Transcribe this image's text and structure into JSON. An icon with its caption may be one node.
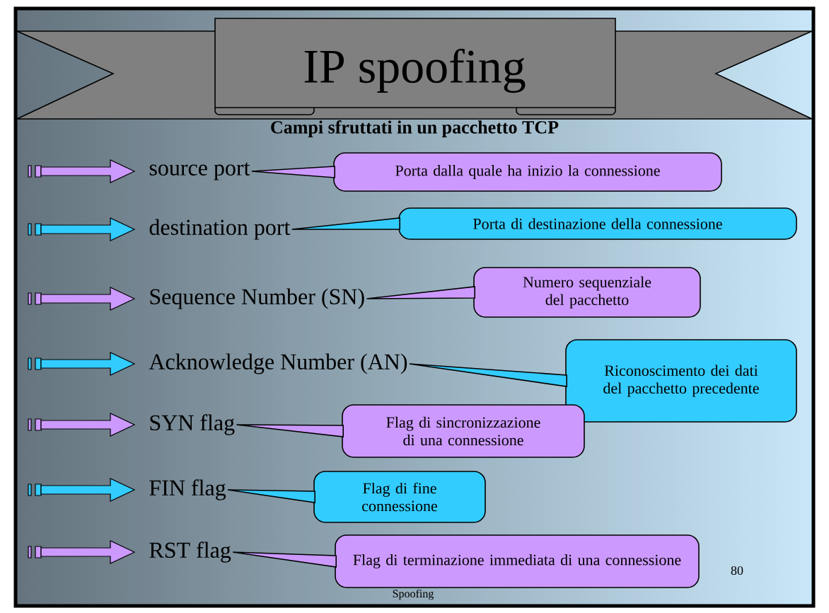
{
  "diagram": {
    "title": "IP spoofing",
    "nodes": [
      {
        "text": [
          "source port"
        ]
      },
      {
        "text": [
          "Porta dalla quale ha inizio la connessione"
        ]
      },
      {
        "text": [
          "destination port"
        ]
      },
      {
        "text": [
          "Porta di destinazione della connessione"
        ]
      },
      {
        "text": [
          "Sequence Number (SN)"
        ]
      },
      {
        "text": [
          "Numero sequenziale del pacchetto"
        ]
      },
      {
        "text": [
          "Acknowledge Number (AN)"
        ]
      },
      {
        "text": [
          "Riconoscimento dei dati del pacchetto precedente"
        ]
      },
      {
        "text": [
          "SYN flag"
        ]
      },
      {
        "text": [
          "Flag di sincronizzazione di una connessione"
        ]
      },
      {
        "text": [
          "FIN flag"
        ]
      },
      {
        "text": [
          "Flag di fine connessione"
        ]
      },
      {
        "text": [
          "RST flag"
        ]
      },
      {
        "text": [
          "Flag di terminazione immediata di una connessione"
        ]
      }
    ],
    "edges": [
      {
        "from": 1,
        "to": 0,
        "arrow": "none"
      },
      {
        "from": 3,
        "to": 2,
        "arrow": "none"
      },
      {
        "from": 5,
        "to": 4,
        "arrow": "none"
      },
      {
        "from": 7,
        "to": 6,
        "arrow": "none"
      },
      {
        "from": 9,
        "to": 8,
        "arrow": "none"
      },
      {
        "from": 11,
        "to": 10,
        "arrow": "none"
      },
      {
        "from": 13,
        "to": 12,
        "arrow": "none"
      }
    ],
    "labels": [
      "Campi sfruttati in un pacchetto TCP",
      "80",
      "Spoofing"
    ]
  }
}
